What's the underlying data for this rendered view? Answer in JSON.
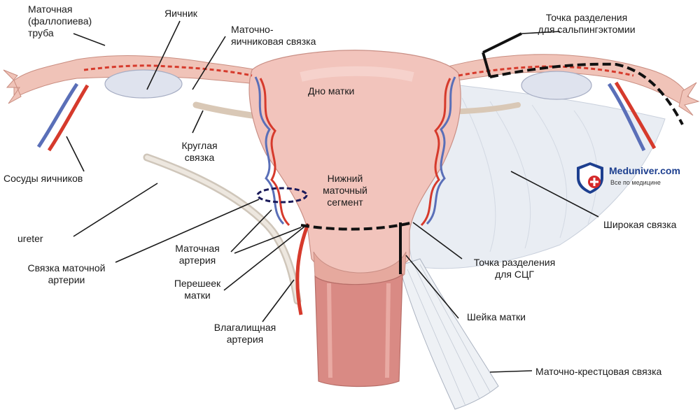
{
  "labels": {
    "fallopian_tube": "Маточная\n(фаллопиева)\nтруба",
    "ovary": "Яичник",
    "utero_ovarian_ligament": "Маточно-\nяичниковая связка",
    "salpingectomy_point": "Точка разделения\nдля сальпингэктомии",
    "fundus": "Дно матки",
    "round_ligament": "Круглая\nсвязка",
    "ovarian_vessels": "Сосуды яичников",
    "lower_segment": "Нижний\nматочный\nсегмент",
    "ureter": "ureter",
    "broad_ligament": "Широкая связка",
    "uterine_artery_ligament": "Связка маточной\nартерии",
    "uterine_artery": "Маточная\nартерия",
    "isthmus": "Перешеек\nматки",
    "scg_point": "Точка разделения\nдля СЦГ",
    "cervix": "Шейка матки",
    "vaginal_artery": "Влагалищная\nартерия",
    "uterosacral_ligament": "Маточно-крестцовая связка"
  },
  "logo": {
    "title": "Meduniver.com",
    "subtitle": "Все по медицине"
  },
  "colors": {
    "uterus": "#f2c4bc",
    "uterus_shadow": "#e6a99e",
    "artery": "#d63a2c",
    "vein": "#5a6fb8",
    "ligament": "#e8ecf2",
    "cut_line": "#111111",
    "logo_blue": "#1d3f8f",
    "logo_red": "#d42a2a"
  }
}
